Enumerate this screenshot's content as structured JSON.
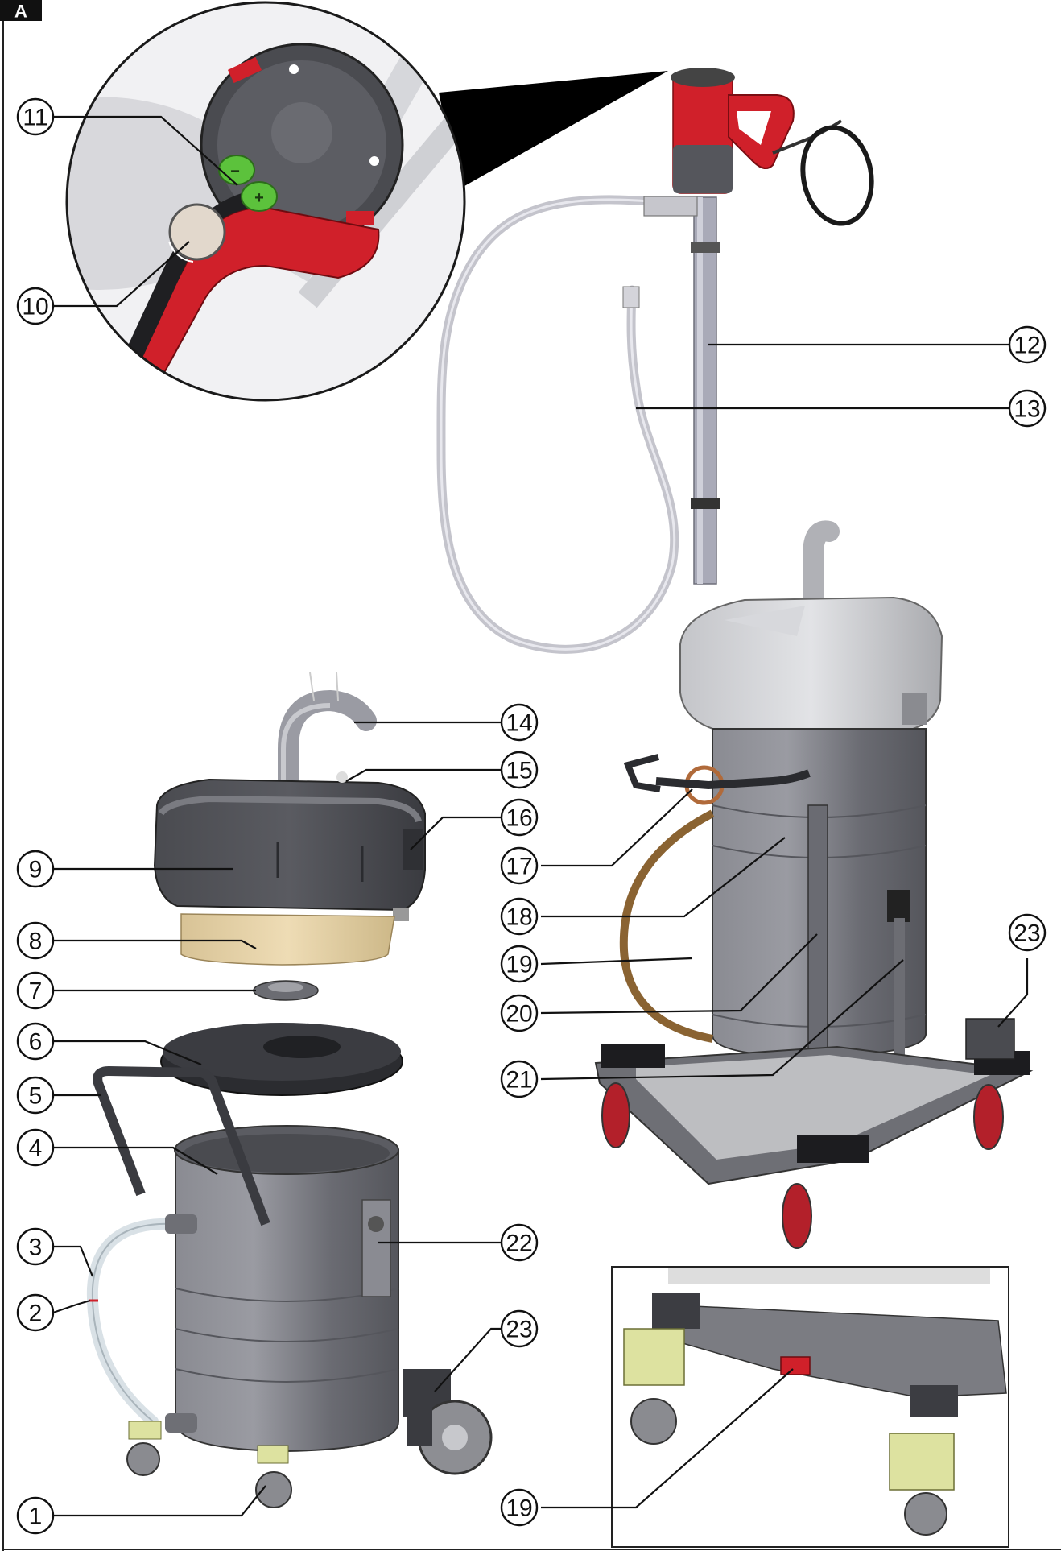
{
  "figure": {
    "tag": "A",
    "callouts": {
      "c1": "1",
      "c2": "2",
      "c3": "3",
      "c4": "4",
      "c5": "5",
      "c6": "6",
      "c7": "7",
      "c8": "8",
      "c9": "9",
      "c10": "10",
      "c11": "11",
      "c12": "12",
      "c13": "13",
      "c14": "14",
      "c15": "15",
      "c16": "16",
      "c17": "17",
      "c18": "18",
      "c19": "19",
      "c20": "20",
      "c21": "21",
      "c22": "22",
      "c23": "23",
      "c19b": "19",
      "c23b": "23"
    },
    "detail_signs": {
      "minus": "−",
      "plus": "+"
    },
    "colors": {
      "accent_red": "#d0202a",
      "button_green": "#5cc23c",
      "filter_beige": "#e6d2a8",
      "wheel_red": "#b3202a",
      "brake_green": "#dde2a0",
      "hose_bronze": "#8a6332",
      "container_grey": "#77787f",
      "dark_grey": "#3c3d42",
      "light_grey": "#c9cace"
    }
  }
}
